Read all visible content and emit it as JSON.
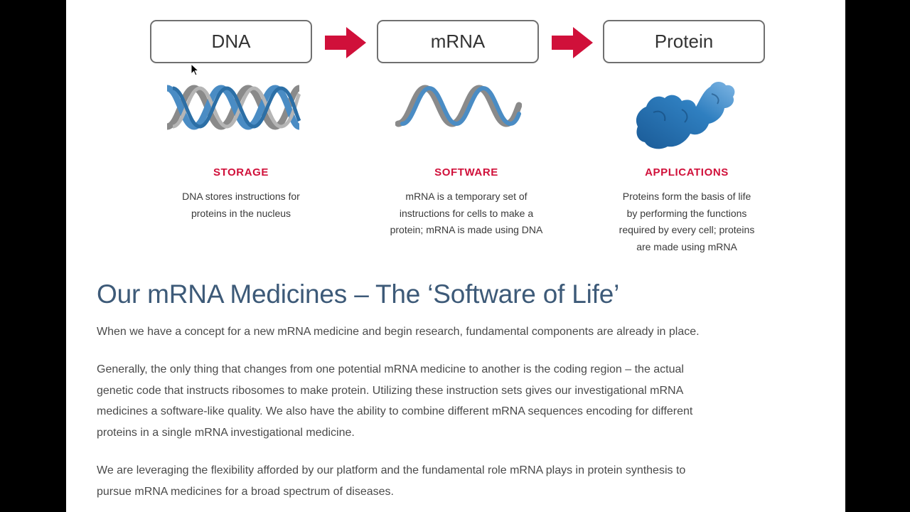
{
  "diagram": {
    "boxes": [
      {
        "label": "DNA"
      },
      {
        "label": "mRNA"
      },
      {
        "label": "Protein"
      }
    ],
    "columns": [
      {
        "title": "STORAGE",
        "lines": [
          "DNA stores instructions for",
          "proteins in the nucleus"
        ]
      },
      {
        "title": "SOFTWARE",
        "lines": [
          "mRNA is a temporary set of",
          "instructions for cells to make a",
          "protein; mRNA is made using DNA"
        ]
      },
      {
        "title": "APPLICATIONS",
        "lines": [
          "Proteins form the basis of life",
          "by performing the functions",
          "required by every cell; proteins",
          "are made using mRNA"
        ]
      }
    ],
    "icons": [
      "dna-helix-icon",
      "mrna-strand-icon",
      "protein-blob-icon"
    ],
    "colors": {
      "arrow": "#d0103a",
      "title": "#d0103a",
      "helix_blue": "#4a8cc4",
      "helix_gray": "#8a8a8a",
      "protein_blue": "#2f7fc0"
    }
  },
  "article": {
    "heading": "Our mRNA Medicines – The ‘Software of Life’",
    "paragraphs": [
      {
        "lines": [
          "When we have a concept for a new mRNA medicine and begin research, fundamental components are already in place."
        ]
      },
      {
        "lines": [
          "Generally, the only thing that changes from one potential mRNA medicine to another is the coding region – the actual",
          "genetic code that instructs ribosomes to make protein. Utilizing these instruction sets gives our investigational mRNA",
          "medicines a software-like quality. We also have the ability to combine different mRNA sequences encoding for different",
          "proteins in a single mRNA investigational medicine."
        ]
      },
      {
        "lines": [
          "We are leveraging the flexibility afforded by our platform and the fundamental role mRNA plays in protein synthesis to",
          "pursue mRNA medicines for a broad spectrum of diseases."
        ]
      }
    ],
    "colors": {
      "heading": "#3d5a78",
      "body": "#4a4a4a"
    }
  }
}
